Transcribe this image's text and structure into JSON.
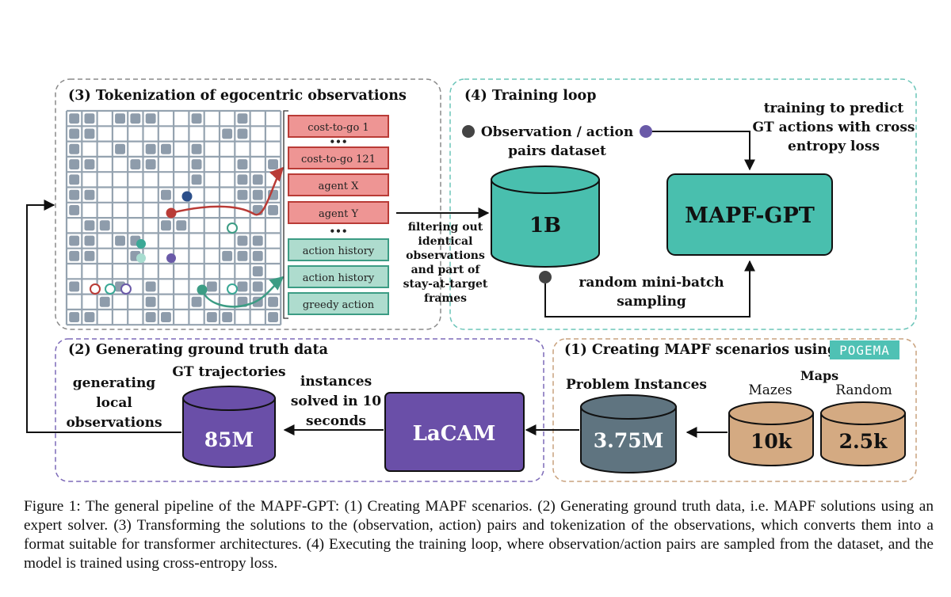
{
  "sections": {
    "tokenization": {
      "title": "(3) Tokenization of egocentric observations"
    },
    "training": {
      "title": "(4) Training loop"
    },
    "generating": {
      "title": "(2) Generating ground truth data"
    },
    "creating": {
      "title_prefix": "(1) Creating MAPF scenarios using",
      "badge": "POGEMA"
    }
  },
  "tokens": {
    "cost_first": "cost-to-go 1",
    "dots": "•••",
    "cost_last": "cost-to-go 121",
    "agent_x": "agent X",
    "agent_y": "agent Y",
    "action_history_1": "action history",
    "action_history_2": "action history",
    "greedy_action": "greedy action"
  },
  "filter_text": [
    "filtering out",
    "identical",
    "observations",
    "and part of",
    "stay-at-target",
    "frames"
  ],
  "dataset": {
    "label_line1": "Observation / action",
    "label_line2": "pairs dataset",
    "size": "1B"
  },
  "model": {
    "name": "MAPF-GPT"
  },
  "training_text": [
    "training to predict",
    "GT actions with cross",
    "entropy loss"
  ],
  "sampling_text": [
    "random mini-batch",
    "sampling"
  ],
  "gt": {
    "label": "GT trajectories",
    "size": "85M"
  },
  "local_obs_text": [
    "generating",
    "local",
    "observations"
  ],
  "solver": {
    "name": "LaCAM"
  },
  "solved_text": [
    "instances",
    "solved in 10",
    "seconds"
  ],
  "problems": {
    "label": "Problem Instances",
    "size": "3.75M"
  },
  "maps": {
    "label": "Maps",
    "mazes_label": "Mazes",
    "mazes_size": "10k",
    "random_label": "Random",
    "random_size": "2.5k"
  },
  "colors": {
    "teal": "#49bfae",
    "purple": "#6a4fa8",
    "slate": "#5f7480",
    "tan": "#d4aa82",
    "red": "#b93b36",
    "red_fill": "#ee9594",
    "green": "#3c9c84",
    "green_fill": "#aedcce",
    "grid_cell": "#95a3b0",
    "navy": "#2b4f8a"
  },
  "caption": "Figure 1: The general pipeline of the MAPF-GPT: (1) Creating MAPF scenarios. (2) Generating ground truth data, i.e. MAPF solutions using an expert solver. (3) Transforming the solutions to the (observation, action) pairs and tokenization of the observations, which converts them into a format suitable for transformer architectures. (4) Executing the training loop, where observation/action pairs are sampled from the dataset, and the model is trained using cross-entropy loss."
}
